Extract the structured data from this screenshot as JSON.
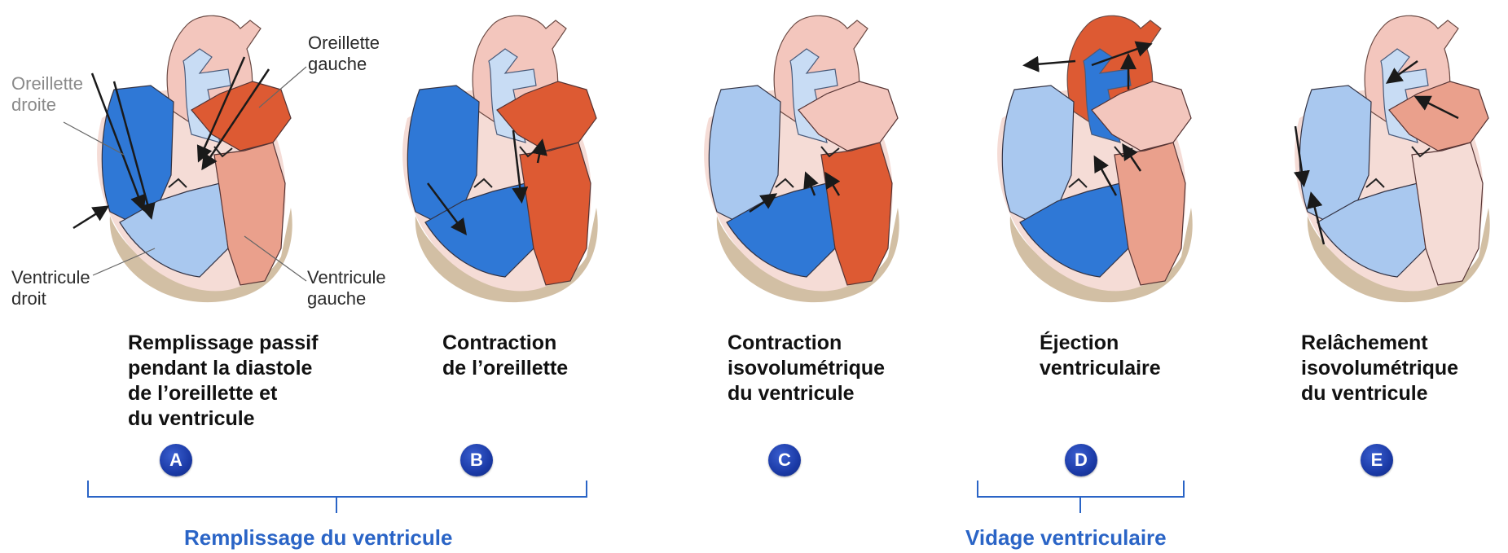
{
  "labels": {
    "right_atrium": "Oreillette\ndroite",
    "left_atrium": "Oreillette\ngauche",
    "right_ventricle": "Ventricule\ndroit",
    "left_ventricle": "Ventricule\ngauche"
  },
  "stages": [
    {
      "badge": "A",
      "caption": "Remplissage passif\npendant la diastole\nde l’oreillette et\ndu ventricule"
    },
    {
      "badge": "B",
      "caption": "Contraction\nde l’oreillette"
    },
    {
      "badge": "C",
      "caption": "Contraction\nisovolumétrique\ndu ventricule"
    },
    {
      "badge": "D",
      "caption": "Éjection\nventriculaire"
    },
    {
      "badge": "E",
      "caption": "Relâchement\nisovolumétrique\ndu ventricule"
    }
  ],
  "phases": [
    {
      "label": "Remplissage du ventricule"
    },
    {
      "label": "Vidage ventriculaire"
    }
  ],
  "colors": {
    "deep_blue": "#2f78d6",
    "light_blue": "#a9c8ef",
    "pale_blue": "#c8dcf4",
    "deep_red": "#dd5a33",
    "salmon": "#eaa08c",
    "pink": "#f3c6bd",
    "wall": "#f5dcd6",
    "pericardium": "#d2bfa4",
    "bracket": "#2a64c6",
    "badge": "#1b3aa6"
  }
}
